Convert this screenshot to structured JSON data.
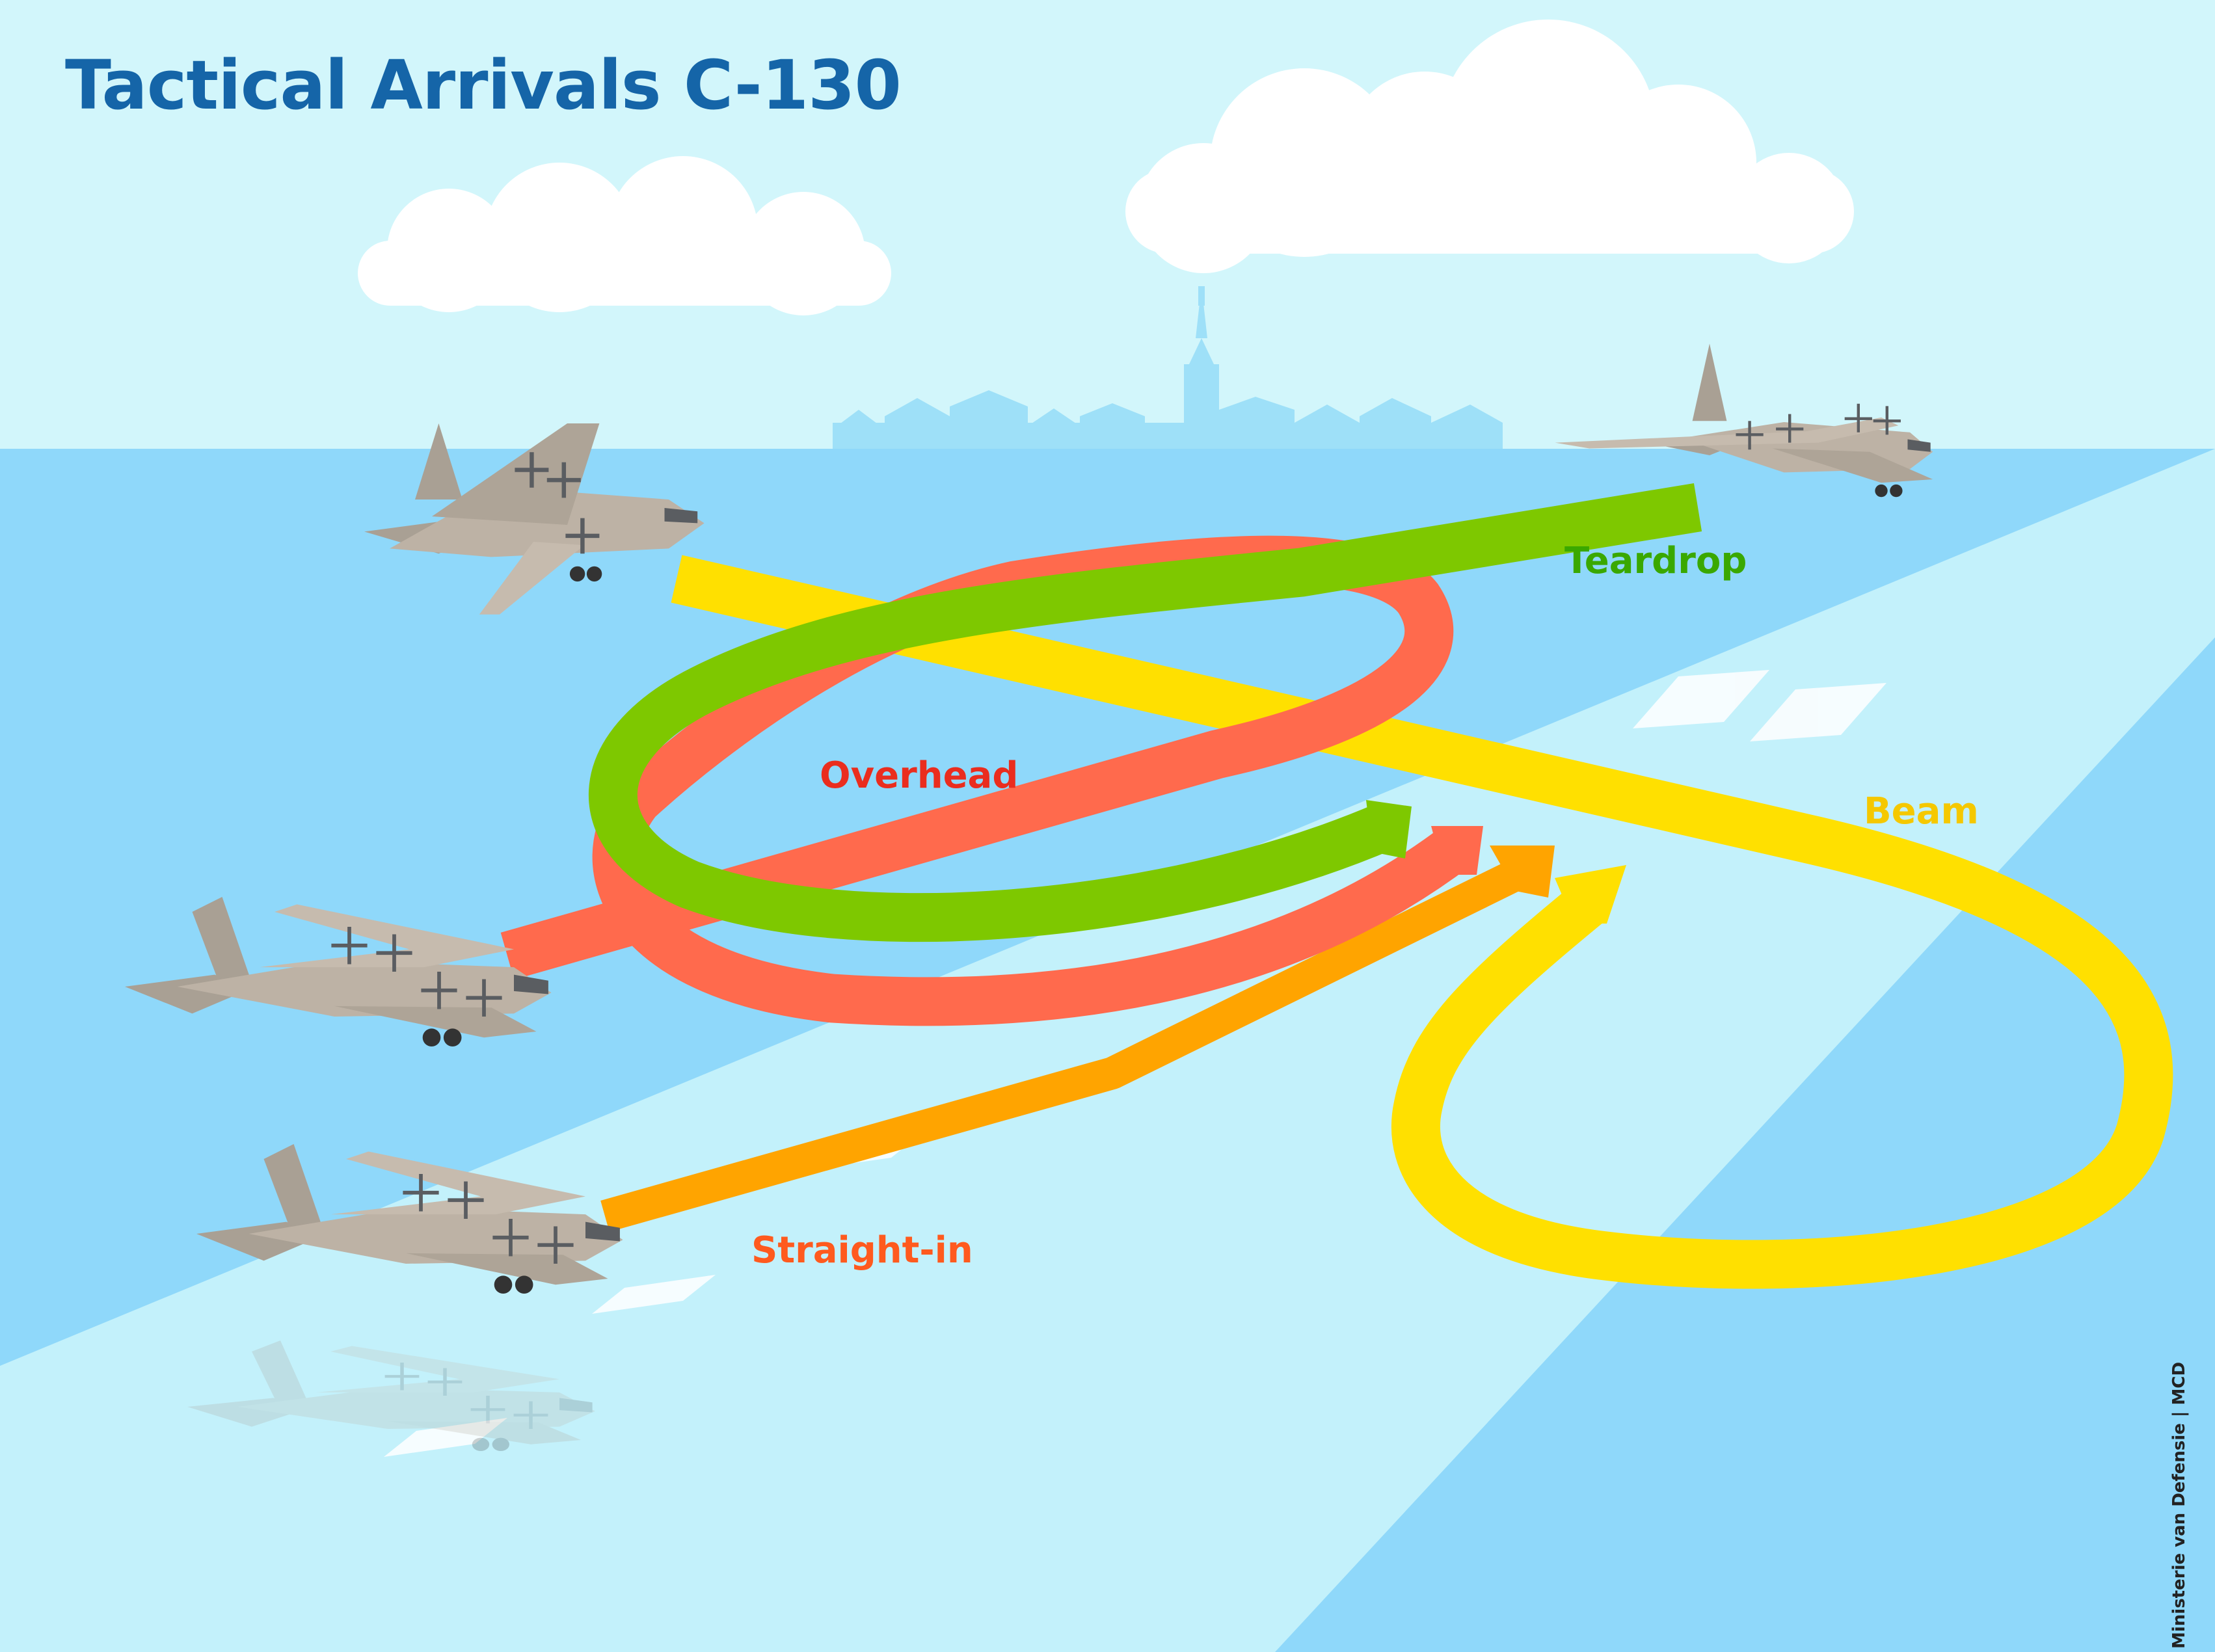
{
  "title": "Tactical Arrivals C-130",
  "labels": {
    "teardrop": "Teardrop",
    "overhead": "Overhead",
    "beam": "Beam",
    "straight_in": "Straight-in"
  },
  "credit": "Ministerie van Defensie | MCD",
  "colors": {
    "sky": "#d2f6fb",
    "ground": "#8fd8fa",
    "cloud": "#ffffff",
    "skyline": "#9ee0f8",
    "runway": "#c3f1fb",
    "title": "#1565a8",
    "teardrop": "#7ec800",
    "overhead": "#ff6a4d",
    "beam": "#ffe000",
    "straight_in": "#ffa400",
    "aircraft": "#b9aea0"
  },
  "icons": [
    "aircraft-icon",
    "cloud-icon"
  ]
}
